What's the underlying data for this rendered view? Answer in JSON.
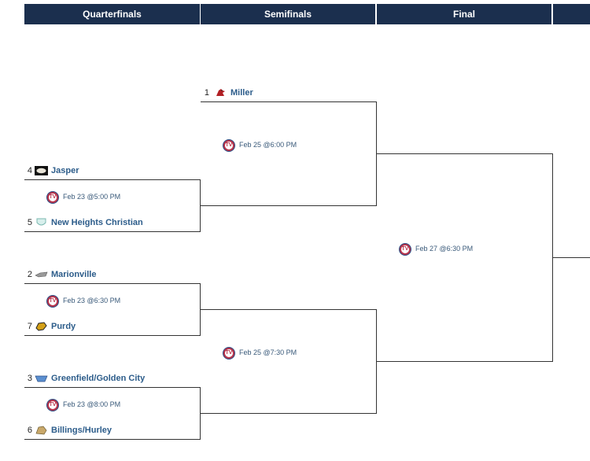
{
  "headers": [
    "Quarterfinals",
    "Semifinals",
    "Final",
    ""
  ],
  "quarterfinals": [
    {
      "top": {
        "seed": "4",
        "name": "Jasper",
        "logo": "jasper-logo"
      },
      "game": "Feb 23 @5:00 PM",
      "bottom": {
        "seed": "5",
        "name": "New Heights Christian",
        "logo": "new-heights-christian-logo"
      }
    },
    {
      "top": {
        "seed": "2",
        "name": "Marionville",
        "logo": "marionville-logo"
      },
      "game": "Feb 23 @6:30 PM",
      "bottom": {
        "seed": "7",
        "name": "Purdy",
        "logo": "purdy-logo"
      }
    },
    {
      "top": {
        "seed": "3",
        "name": "Greenfield/Golden City",
        "logo": "greenfield-golden-city-logo"
      },
      "game": "Feb 23 @8:00 PM",
      "bottom": {
        "seed": "6",
        "name": "Billings/Hurley",
        "logo": "billings-hurley-logo"
      }
    }
  ],
  "semifinals": [
    {
      "top": {
        "seed": "1",
        "name": "Miller",
        "logo": "miller-cardinal-logo"
      },
      "game": "Feb 25 @6:00 PM"
    },
    {
      "game": "Feb 25 @7:30 PM"
    }
  ],
  "final": {
    "game": "Feb 27 @6:30 PM"
  },
  "tv_icon_text": "TV",
  "colors": {
    "header_bg": "#1b2f4e",
    "team_link": "#2c5c8a",
    "tv_red": "#b8344b",
    "tv_blue": "#2a4f86"
  }
}
